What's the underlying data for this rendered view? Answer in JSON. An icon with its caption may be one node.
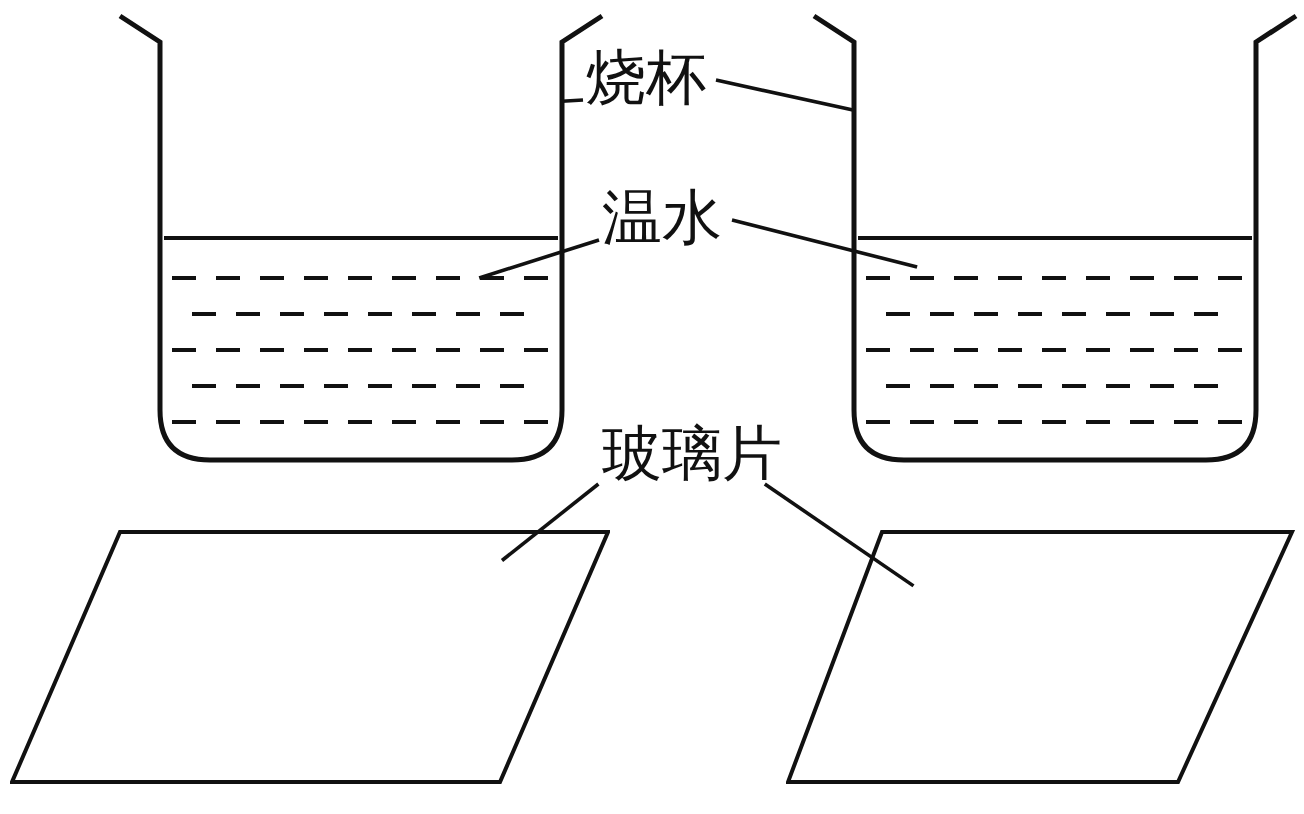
{
  "diagram": {
    "nodes": [
      {
        "text": [
          "烧杯"
        ]
      },
      {
        "text": [
          "温水"
        ]
      },
      {
        "text": [
          "玻璃片"
        ]
      },
      {
        "text": [],
        "shape": "beaker"
      },
      {
        "text": [],
        "shape": "water",
        "in": 3
      },
      {
        "text": [],
        "shape": "beaker"
      },
      {
        "text": [],
        "shape": "water",
        "in": 5
      },
      {
        "text": [],
        "shape": "parallelogram"
      },
      {
        "text": [],
        "shape": "parallelogram"
      }
    ],
    "edges": [
      {
        "from": 0,
        "to": 3,
        "arrow": "none"
      },
      {
        "from": 0,
        "to": 5,
        "arrow": "none"
      },
      {
        "from": 1,
        "to": 4,
        "arrow": "none"
      },
      {
        "from": 1,
        "to": 6,
        "arrow": "none"
      },
      {
        "from": 2,
        "to": 7,
        "arrow": "none"
      },
      {
        "from": 2,
        "to": 8,
        "arrow": "none"
      }
    ]
  }
}
